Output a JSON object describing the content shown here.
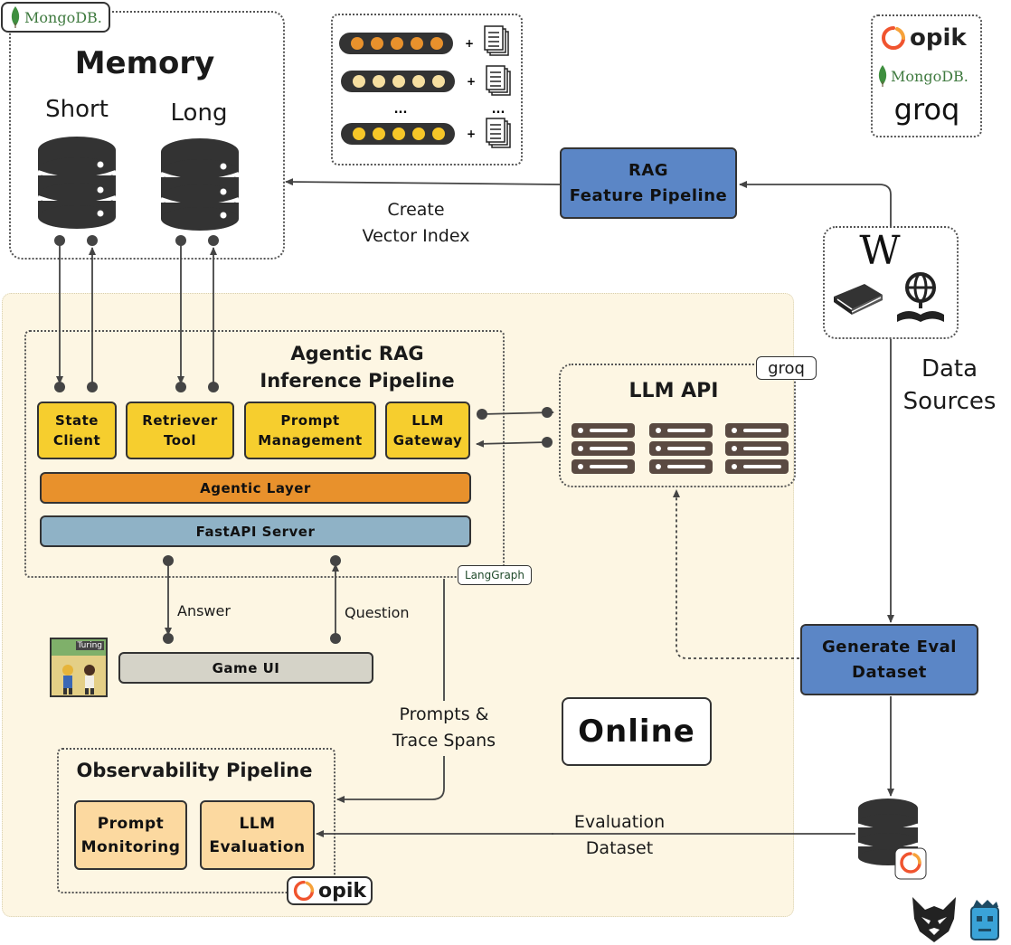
{
  "memory": {
    "badge": "MongoDB.",
    "title": "Memory",
    "short_label": "Short",
    "long_label": "Long"
  },
  "vector_index_label": "Create\nVector Index",
  "rag_pipeline": {
    "label": "RAG\nFeature Pipeline"
  },
  "vendor_logos": {
    "opik": "opik",
    "mongodb": "MongoDB.",
    "groq": "groq"
  },
  "data_sources": {
    "wiki_glyph": "W",
    "label": "Data\nSources"
  },
  "inference": {
    "title": "Agentic RAG\nInference Pipeline",
    "state_client": "State\nClient",
    "retriever_tool": "Retriever\nTool",
    "prompt_management": "Prompt\nManagement",
    "llm_gateway": "LLM\nGateway",
    "agentic_layer": "Agentic Layer",
    "fastapi_server": "FastAPI Server",
    "langgraph_badge": "LangGraph"
  },
  "llm_api": {
    "title": "LLM API",
    "badge": "groq"
  },
  "game": {
    "answer_label": "Answer",
    "question_label": "Question",
    "game_ui": "Game UI",
    "thumbnail_caption": "Turing"
  },
  "prompts_trace_label": "Prompts &\nTrace Spans",
  "online_label": "Online",
  "generate_eval": {
    "label": "Generate Eval\nDataset"
  },
  "observability": {
    "title": "Observability Pipeline",
    "prompt_monitoring": "Prompt\nMonitoring",
    "llm_evaluation": "LLM\nEvaluation",
    "badge": "opik"
  },
  "evaluation_dataset_label": "Evaluation\nDataset",
  "colors": {
    "online_bg": "#fdf6e3",
    "yellow": "#f6ce2e",
    "agentic_layer": "#e8912c",
    "fastapi": "#8fb2c6",
    "game_ui": "#d5d3c8",
    "blue": "#5b86c6",
    "peach": "#fcd9a0",
    "opik_orange": "#f0542f",
    "mongo_green": "#3f8f3f"
  }
}
